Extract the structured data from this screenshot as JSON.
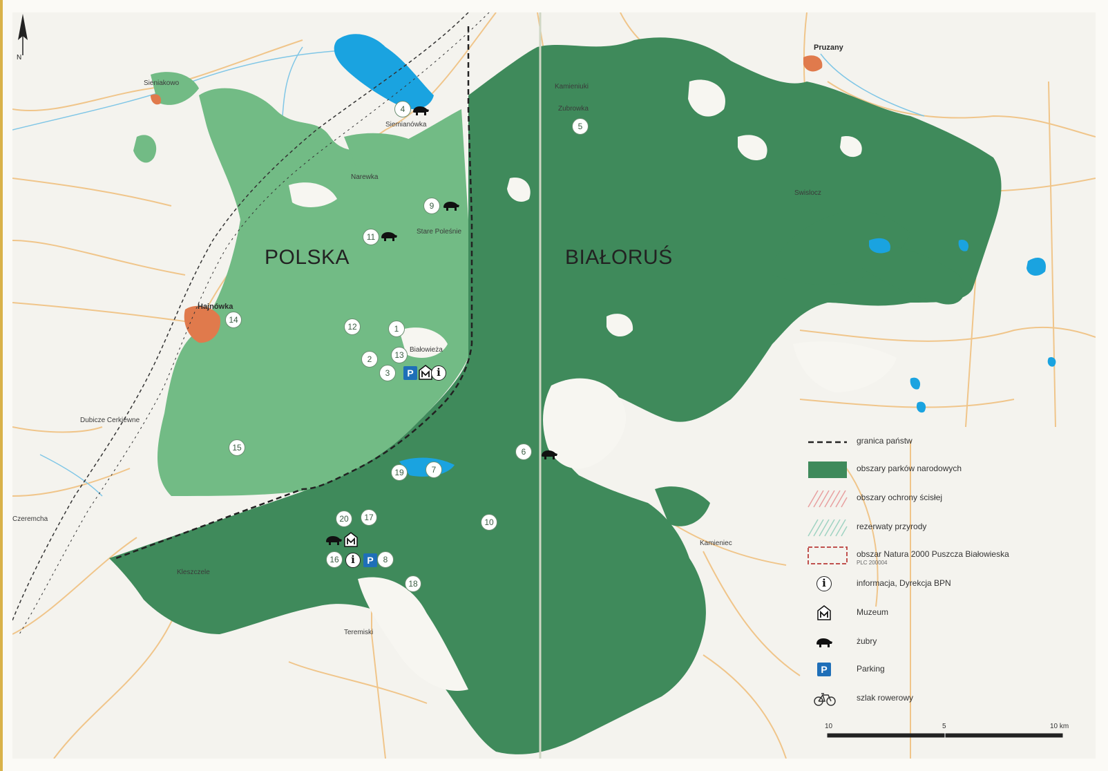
{
  "countries": {
    "left": "POLSKA",
    "right": "BIAŁORUŚ"
  },
  "towns": {
    "pruzhany": "Pruzany",
    "hajnowka": "Hajnówka",
    "kamieniuki": "Kamieniuki",
    "kamieniec": "Kamieniec",
    "bialowieza": "Białowieża",
    "narewka": "Narewka",
    "siemianowka": "Siemianówka",
    "starepolesie": "Stare Poleśnie",
    "zubry": "Zubrowka",
    "dubicze": "Dubicze Cerkiewne",
    "kleszczele": "Kleszczele",
    "czeremcha": "Czeremcha",
    "swislocz": "Swislocz",
    "sieniakowo": "Sieniakowo",
    "teremiski": "Teremiski"
  },
  "points": [
    "1",
    "2",
    "3",
    "4",
    "5",
    "6",
    "7",
    "8",
    "9",
    "10",
    "11",
    "12",
    "13",
    "14",
    "15",
    "16",
    "17",
    "18",
    "19",
    "20"
  ],
  "legend": {
    "border": "granica państw",
    "parks": "obszary parków narodowych",
    "forest_protection": "obszary ochrony ścisłej",
    "reserves": "rezerwaty przyrody",
    "natura": "obszar Natura 2000 Puszcza Białowieska",
    "natura_code": "PLC 200004",
    "info": "informacja, Dyrekcja BPN",
    "museum": "Muzeum",
    "bison": "żubry",
    "parking": "Parking",
    "bike": "szlak rowerowy"
  },
  "scale": {
    "start": "10",
    "mid": "5",
    "end": "10 km"
  },
  "north": "N",
  "colors": {
    "park_dark": "#3f8a5b",
    "park_light": "#72bb85",
    "water": "#1aa3e0",
    "town": "#e07a4c",
    "road": "#f0c58a"
  }
}
